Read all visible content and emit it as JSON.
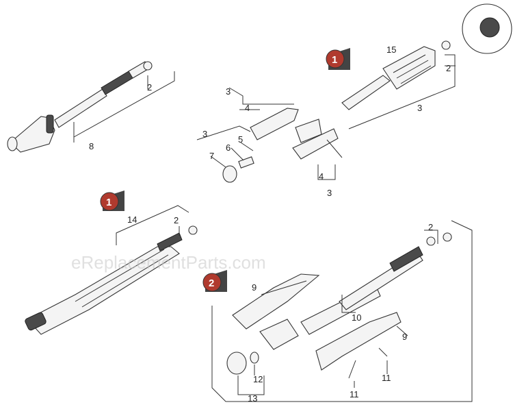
{
  "watermark": "eReplacementParts.com",
  "badges": [
    "1",
    "1",
    "2"
  ],
  "callouts": {
    "top_left_2": "2",
    "top_left_8": "8",
    "mid_3a": "3",
    "mid_4a": "4",
    "mid_3b": "3",
    "mid_5": "5",
    "mid_6": "6",
    "mid_7": "7",
    "mid_4b": "4",
    "mid_3c": "3",
    "top_right_15": "15",
    "top_right_2": "2",
    "top_right_3": "3",
    "left_14": "14",
    "left_2": "2",
    "bottom_2": "2",
    "bottom_9a": "9",
    "bottom_10": "10",
    "bottom_9b": "9",
    "bottom_11a": "11",
    "bottom_11b": "11",
    "bottom_12": "12",
    "bottom_13": "13"
  }
}
